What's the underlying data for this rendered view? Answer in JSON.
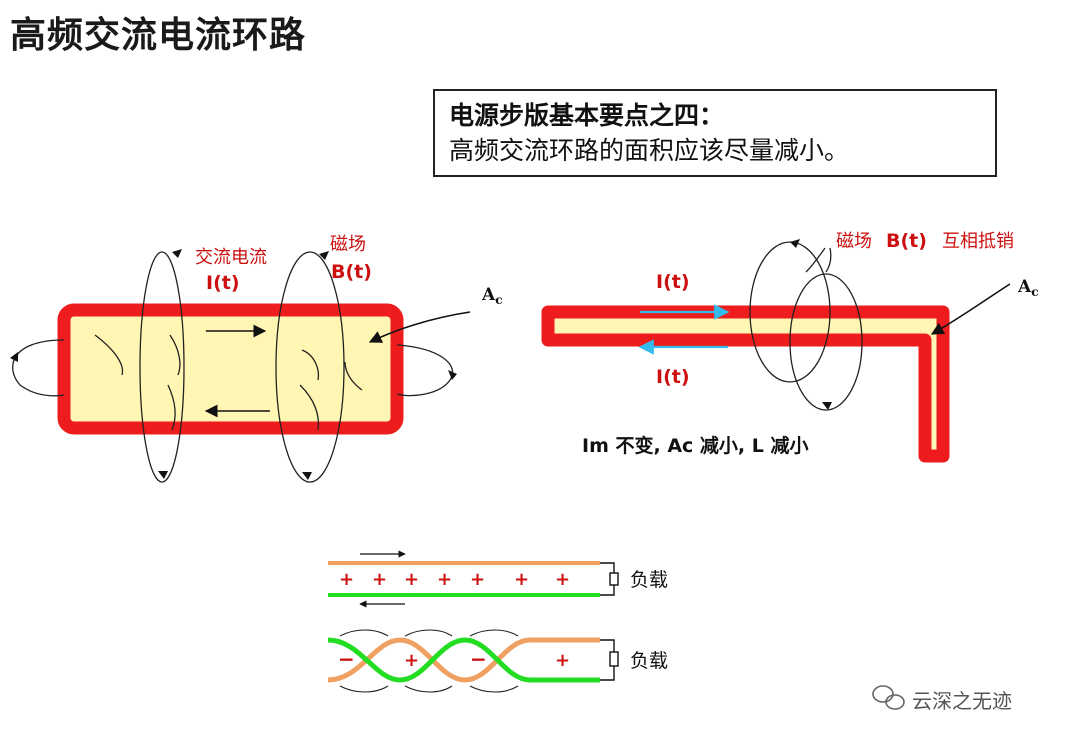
{
  "page": {
    "title": "高频交流电流环路"
  },
  "note": {
    "line1": "电源步版基本要点之四：",
    "line2": "高频交流环路的面积应该尽量减小。"
  },
  "left_diagram": {
    "current_label": "交流电流",
    "current_symbol": "I(t)",
    "field_label": "磁场",
    "field_symbol": "B(t)",
    "area_label": "A",
    "area_sub": "c"
  },
  "right_diagram": {
    "field_label": "磁场",
    "field_symbol": "B(t)",
    "field_note": "互相抵销",
    "current_top": "I(t)",
    "current_bottom": "I(t)",
    "area_label": "A",
    "area_sub": "c",
    "summary": "Im 不变, Ac 减小, L 减小"
  },
  "wires": {
    "parallel_load": "负载",
    "twisted_load": "负载",
    "plus": "+",
    "minus": "−"
  },
  "watermark": {
    "text": "云深之无迹"
  },
  "colors": {
    "trace": "#ee1c1c",
    "fill": "#fff6b4",
    "arrow_cyan": "#33bbee",
    "wire_orange": "#f0a060",
    "wire_green": "#22dd22"
  }
}
